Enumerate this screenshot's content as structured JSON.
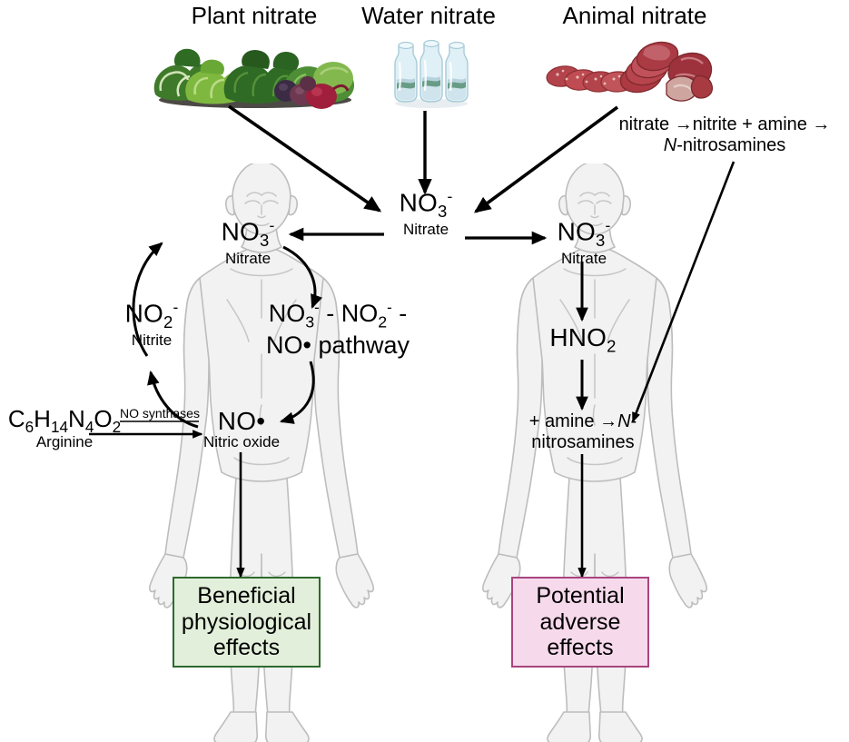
{
  "diagram": {
    "title": "Dietary nitrate metabolism: beneficial and adverse pathways",
    "background": "#ffffff"
  },
  "sources": [
    {
      "id": "plant",
      "title": "Plant nitrate",
      "image": "leafy-greens-and-beetroot-photo"
    },
    {
      "id": "water",
      "title": "Water nitrate",
      "image": "water-bottles-photo"
    },
    {
      "id": "animal",
      "title": "Animal nitrate",
      "image": "cured-and-red-meat-photo"
    }
  ],
  "animal_note": {
    "line1_pre": "nitrate →nitrite + amine →",
    "line2_italic": "N",
    "line2_rest": "-nitrosamines"
  },
  "central_node": {
    "formula_base": "NO",
    "formula_sub": "3",
    "formula_sup": "-",
    "caption": "Nitrate"
  },
  "left_body": {
    "nitrate": {
      "base": "NO",
      "sub": "3",
      "sup": "-",
      "caption": "Nitrate"
    },
    "nitrite": {
      "base": "NO",
      "sub": "2",
      "sup": "-",
      "caption": "Nitrite"
    },
    "nitric_oxide": {
      "base": "NO•",
      "caption": "Nitric oxide"
    },
    "pathway": {
      "line1": {
        "a_base": "NO",
        "a_sub": "3",
        "a_sup": "-",
        "dash1": " - ",
        "b_base": "NO",
        "b_sub": "2",
        "b_sup": "-",
        "dash2": " -"
      },
      "line2": "NO• pathway"
    },
    "arginine": {
      "formula_parts": [
        "C",
        "6",
        "H",
        "14",
        "N",
        "4",
        "O",
        "2"
      ],
      "caption": "Arginine"
    },
    "enzyme_label": "NO synthases",
    "outcome_box": {
      "lines": [
        "Beneficial",
        "physiological",
        "effects"
      ],
      "fill": "#e2efda",
      "border": "#2d6a2d"
    }
  },
  "right_body": {
    "nitrate": {
      "base": "NO",
      "sub": "3",
      "sup": "-",
      "caption": "Nitrate"
    },
    "hno2": {
      "base": "HNO",
      "sub": "2"
    },
    "nitrosamine_note": {
      "line1_pre": "+ amine →",
      "line1_italic": "N",
      "line1_post": "-",
      "line2": "nitrosamines"
    },
    "outcome_box": {
      "lines": [
        "Potential",
        "adverse",
        "effects"
      ],
      "fill": "#f7d9ec",
      "border": "#a7457f"
    }
  },
  "colors": {
    "arrow": "#000000",
    "body_fill": "#f2f2f2",
    "body_outline": "#b8b8b8",
    "green_fill": "#e2efda",
    "green_border": "#2d6a2d",
    "pink_fill": "#f7d9ec",
    "pink_border": "#a7457f"
  }
}
